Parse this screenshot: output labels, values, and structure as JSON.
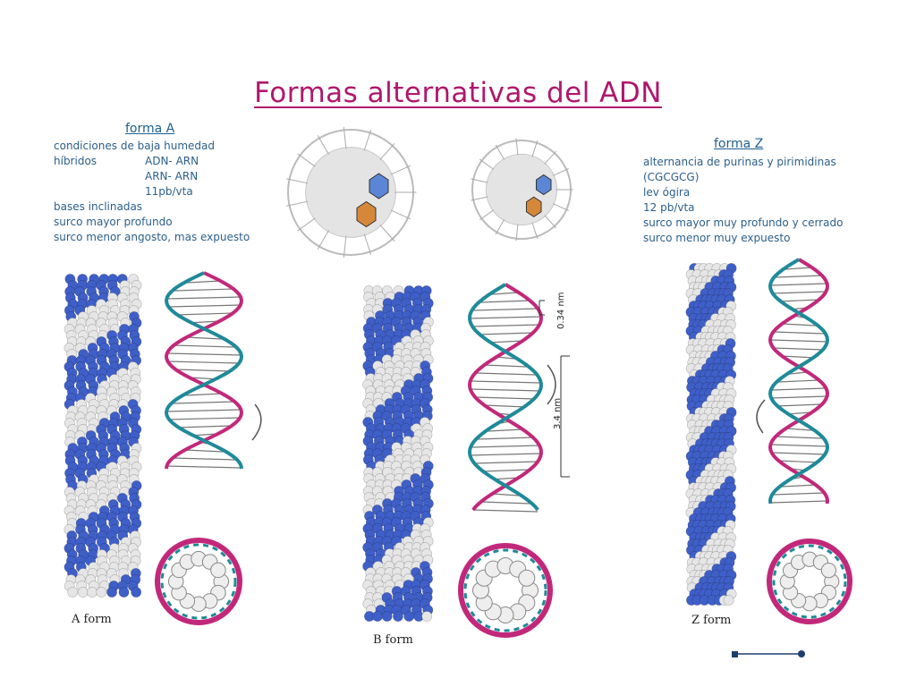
{
  "title": "Formas alternativas del ADN",
  "form_a": {
    "heading": "forma A",
    "lines": [
      "condiciones de baja humedad",
      "híbridos",
      "ADN- ARN",
      "ARN- ARN",
      "11pb/vta",
      "bases inclinadas",
      "surco mayor profundo",
      "surco menor angosto, mas expuesto"
    ],
    "label": "A form"
  },
  "form_b": {
    "label": "B form",
    "rise": "0.34 nm",
    "pitch": "3.4 nm"
  },
  "form_z": {
    "heading": "forma Z",
    "lines": [
      "alternancia de purinas y pirimidinas",
      "(CGCGCG)",
      "lev ógira",
      "12 pb/vta",
      "surco mayor muy profundo y cerrado",
      "surco menor muy expuesto"
    ],
    "label": "Z form"
  },
  "colors": {
    "title": "#b0176c",
    "text": "#2c5f8a",
    "atom_blue": "#3f5fc8",
    "atom_white": "#e6e6e6",
    "strand_magenta": "#c2287a",
    "strand_teal": "#1f8a99"
  }
}
